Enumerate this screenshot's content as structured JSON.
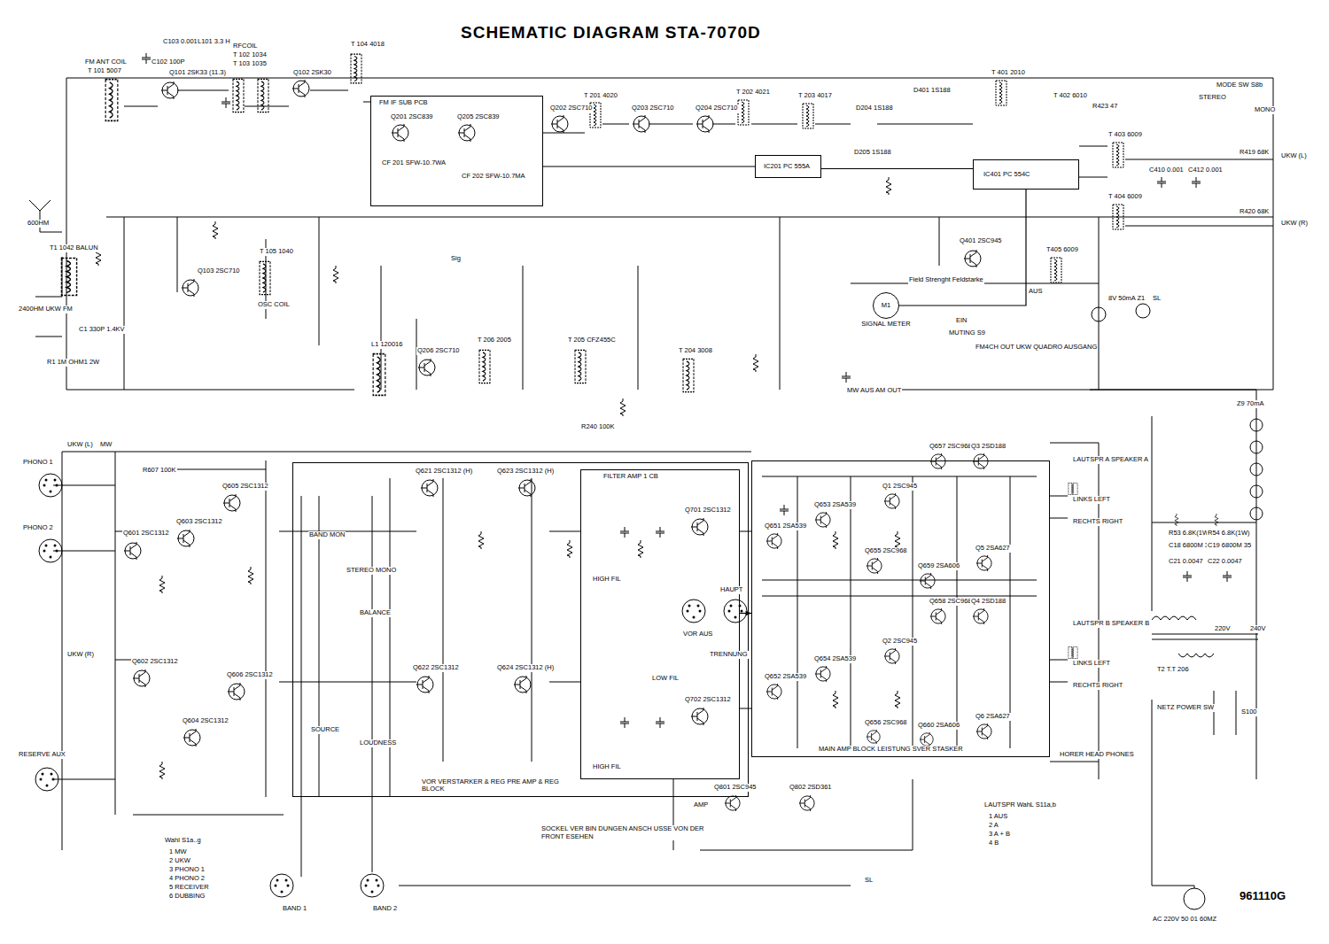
{
  "diagram": {
    "title": "SCHEMATIC DIAGRAM STA-7070D",
    "nodes": [
      {
        "text": [
          "FM IF SUB PCB"
        ]
      },
      {
        "text": [
          "IC201 PC 555A"
        ]
      },
      {
        "text": [
          "IC401 PC 554C"
        ]
      },
      {
        "text": [
          "M1",
          "SIGNAL METER"
        ]
      },
      {
        "text": [
          "VOR VERSTARKER & REG PRE AMP & REG BLOCK"
        ]
      },
      {
        "text": [
          "FILTER AMP 1 CB"
        ],
        "in": 4
      },
      {
        "text": [
          "MAIN AMP BLOCK LEISTUNG SVER STASKER"
        ]
      }
    ],
    "edges": [
      {
        "from": 0,
        "to": 1,
        "arrow": "none"
      },
      {
        "from": 1,
        "to": 2,
        "arrow": "none"
      },
      {
        "from": 2,
        "to": 3,
        "arrow": "none"
      },
      {
        "from": 5,
        "to": 6,
        "arrow": "to"
      }
    ],
    "labels": [
      "FM ANT COIL",
      "T 101 5007",
      "C103 0.001",
      "L101 3.3 H",
      "C102 100P",
      "Q101 2SK33",
      "(11.3)",
      "RFCOIL",
      "T 102 1034",
      "T 103 1035",
      "Q102 2SK30",
      "T 104 4018",
      "Q201 2SC839",
      "CF 201 SFW-10.7WA",
      "Q205 2SC839",
      "CF 202 SFW-10.7MA",
      "Q202 2SC710",
      "T 201 4020",
      "Q203 2SC710",
      "Q204 2SC710",
      "T 202 4021",
      "T 203 4017",
      "D204 1S188",
      "D205 1S188",
      "D401 1S188",
      "T 401 2010",
      "T 402 6010",
      "R423 47",
      "MODE SW S8b",
      "STEREO",
      "MONO",
      "UKW (L)",
      "UKW (R)",
      "T 403 6009",
      "T 404 6009",
      "T405 6009",
      "Q401 2SC945",
      "C410 0.001",
      "C412 0.001",
      "R419 68K",
      "R420 68K",
      "Q103 2SC710",
      "T 105 1040",
      "OSC COIL",
      "600HM",
      "T1 1042 BALUN",
      "2400HM UKW FM",
      "C1 330P 1.4KV",
      "R1 1M OHM1 2W",
      "Field Strenght Feldstarke",
      "EIN",
      "AUS",
      "MUTING S9",
      "FM4CH OUT UKW QUADRO AUSGANG",
      "8V 50mA Z1",
      "SL",
      "L1 120016",
      "Q206 2SC710",
      "T 206 2005",
      "T 205 CFZ455C",
      "T 204 3008",
      "MW AUS AM OUT",
      "R240 100K",
      "Sig",
      "PHONO 1",
      "PHONO 2",
      "UKW (L)",
      "MW",
      "R607 100K",
      "Q601 2SC1312",
      "Q603 2SC1312",
      "Q605 2SC1312",
      "UKW (R)",
      "Q602 2SC1312",
      "Q604 2SC1312",
      "Q606 2SC1312",
      "RESERVE AUX",
      "BAND 1",
      "BAND 2",
      "Wahl S1a..g",
      "1 MW",
      "2 UKW",
      "3 PHONO 1",
      "4 PHONO 2",
      "5 RECEIVER",
      "6 DUBBING",
      "BAND MON",
      "SOURCE",
      "STEREO MONO",
      "BALANCE",
      "LOUDNESS",
      "Q621 2SC1312 (H)",
      "Q623 2SC1312 (H)",
      "Q622 2SC1312",
      "Q624 2SC1312 (H)",
      "HIGH FIL",
      "LOW FIL",
      "HIGH FIL",
      "Q701 2SC1312",
      "Q702 2SC1312",
      "VOR AUS",
      "HAUPT",
      "TRENNUNG",
      "SOCKEL VER BIN DUNGEN ANSCH USSE VON DER FRONT ESEHEN",
      "AMP",
      "Q801 2SC945",
      "Q802 2SD361",
      "Q651 2SA539",
      "Q653 2SA539",
      "Q657 2SC968",
      "Q3 2SD188",
      "Q1 2SC945",
      "Q655 2SC968",
      "Q5 2SA627",
      "Q659 2SA606",
      "Q652 2SA539",
      "Q654 2SA539",
      "Q658 2SC968",
      "Q4 2SD188",
      "Q2 2SC945",
      "Q656 2SC968",
      "Q6 2SA627",
      "Q660 2SA606",
      "LAUTSPR A SPEAKER A",
      "LINKS LEFT",
      "RECHTS RIGHT",
      "LAUTSPR B SPEAKER B",
      "LINKS LEFT",
      "RECHTS RIGHT",
      "HORER HEAD PHONES",
      "LAUTSPR WahL S11a,b",
      "1 AUS",
      "2 A",
      "3 A + B",
      "4 B",
      "T2 T.T 206",
      "NETZ POWER SW",
      "S100",
      "AC 220V 50 01 60MZ",
      "R53 6.8K(1W)",
      "R54 6.8K(1W)",
      "C18 6800M 35",
      "C19 6800M 35",
      "C21 0.0047",
      "C22 0.0047",
      "Z9 70mA",
      "220V",
      "240V",
      "961110G",
      "SL"
    ]
  }
}
